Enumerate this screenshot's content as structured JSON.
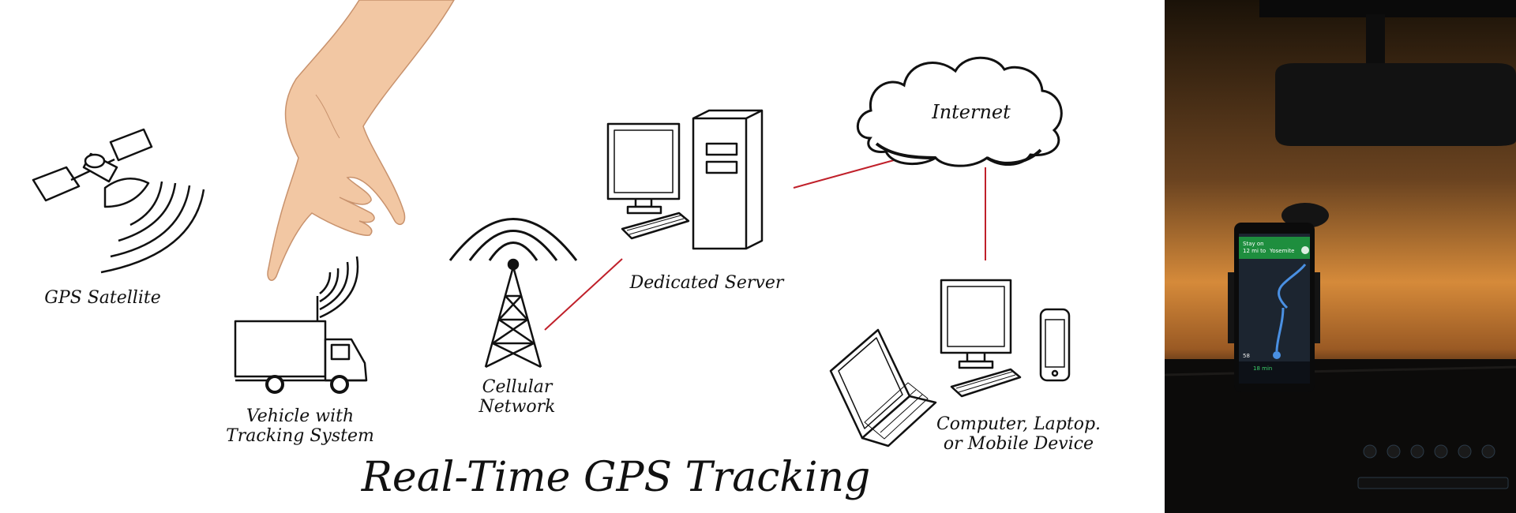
{
  "diagram": {
    "title": "Real-Time GPS Tracking",
    "nodes": {
      "gps_satellite": "GPS Satellite",
      "vehicle_line1": "Vehicle with",
      "vehicle_line2": "Tracking System",
      "cellular_line1": "Cellular",
      "cellular_line2": "Network",
      "server": "Dedicated Server",
      "internet": "Internet",
      "devices_line1": "Computer, Laptop.",
      "devices_line2": "or Mobile Device"
    },
    "connector_color": "#c0202a",
    "icons": [
      "satellite-icon",
      "vehicle-icon",
      "cell-tower-icon",
      "server-icon",
      "cloud-icon",
      "laptop-icon",
      "desktop-icon",
      "mobile-icon",
      "hand-icon"
    ]
  },
  "photo": {
    "phone_screen": {
      "banner_line1": "Stay on",
      "banner_line2": "12 mi to",
      "banner_dest": "Yosemite",
      "eta_time": "18 min",
      "speed": "58"
    }
  },
  "colors": {
    "sky_top": "#1a1208",
    "sky_glow": "#d58a3a",
    "map_dark": "#1c2530",
    "route_blue": "#4a90e2",
    "nav_green": "#1e8e3e"
  }
}
